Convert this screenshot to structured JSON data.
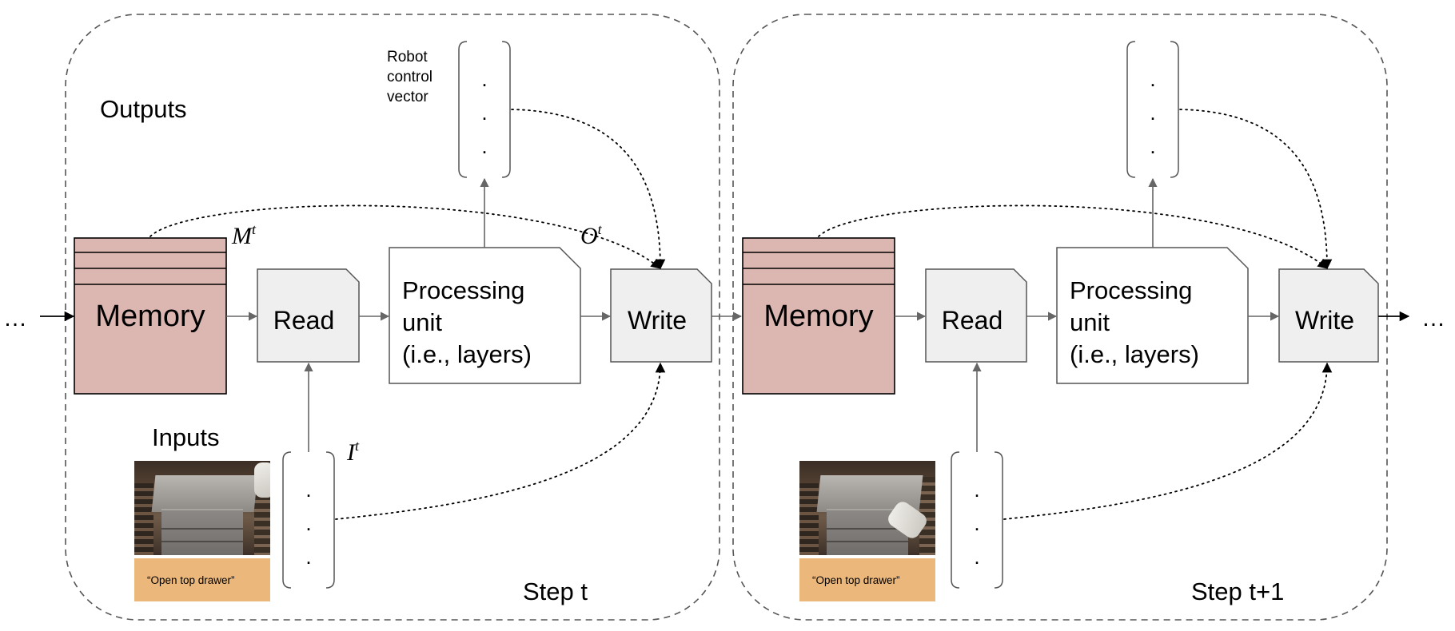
{
  "labels": {
    "outputs": "Outputs",
    "inputs": "Inputs",
    "robot_control_vector": [
      "Robot",
      "control",
      "vector"
    ],
    "memory": "Memory",
    "read": "Read",
    "write": "Write",
    "processing_unit": [
      "Processing",
      "unit",
      "(i.e., layers)"
    ],
    "memory_symbol": {
      "base": "M",
      "sup": "t"
    },
    "output_symbol": {
      "base": "O",
      "sup": "t"
    },
    "input_symbol": {
      "base": "I",
      "sup": "t"
    },
    "step_t": "Step t",
    "step_t1": "Step t+1",
    "ellipsis": "…",
    "vector_dot": "."
  },
  "inputs": {
    "instruction_text": "“Open top drawer”",
    "image_icon": "robot-camera-frame"
  },
  "colors": {
    "memory_fill": "#dcb6b1",
    "block_fill": "#efefef",
    "instruction_fill": "#ebb77b",
    "arrow": "#666666",
    "dashed_border": "#555555"
  }
}
